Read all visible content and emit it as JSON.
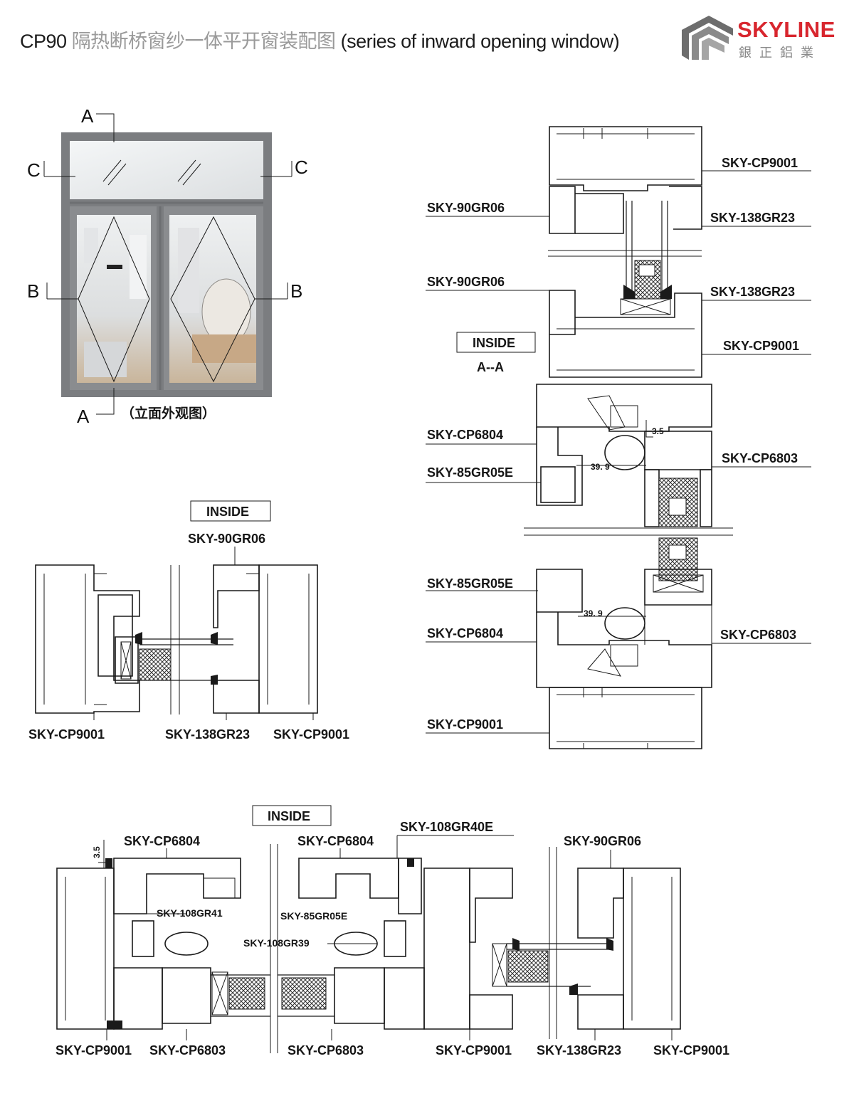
{
  "header": {
    "title_code": "CP90",
    "title_cn": "隔热断桥窗纱一体平开窗装配图",
    "title_en": "(series of inward opening window)"
  },
  "logo": {
    "brand": "SKYLINE",
    "brand_cn": "銀正鋁業",
    "colors": {
      "red": "#d8262e",
      "grey": "#8a8a8a"
    }
  },
  "elevation": {
    "section_marks": [
      "A",
      "A",
      "B",
      "B",
      "C",
      "C"
    ],
    "caption": "（立面外观图）"
  },
  "section_aa": {
    "inside_label": "INSIDE",
    "section_name": "A--A",
    "labels_right": [
      "SKY-CP9001",
      "SKY-138GR23",
      "SKY-138GR23",
      "SKY-CP9001",
      "SKY-CP6803",
      "SKY-CP6803"
    ],
    "labels_left": [
      "SKY-90GR06",
      "SKY-90GR06",
      "SKY-CP6804",
      "SKY-85GR05E",
      "SKY-85GR05E",
      "SKY-CP6804",
      "SKY-CP9001"
    ],
    "dims": [
      "3.5",
      "39. 9",
      "39. 9"
    ]
  },
  "section_cc": {
    "inside_label": "INSIDE",
    "top_label": "SKY-90GR06",
    "bottom_labels": [
      "SKY-CP9001",
      "SKY-138GR23",
      "SKY-CP9001"
    ]
  },
  "section_bb": {
    "inside_label": "INSIDE",
    "top_labels": [
      "SKY-CP6804",
      "SKY-CP6804",
      "SKY-108GR40E",
      "SKY-90GR06"
    ],
    "inner_labels": [
      "SKY-108GR41",
      "SKY-85GR05E",
      "SKY-108GR39"
    ],
    "bottom_labels": [
      "SKY-CP9001",
      "SKY-CP6803",
      "SKY-CP6803",
      "SKY-CP9001",
      "SKY-138GR23",
      "SKY-CP9001"
    ],
    "dim": "3.5"
  }
}
